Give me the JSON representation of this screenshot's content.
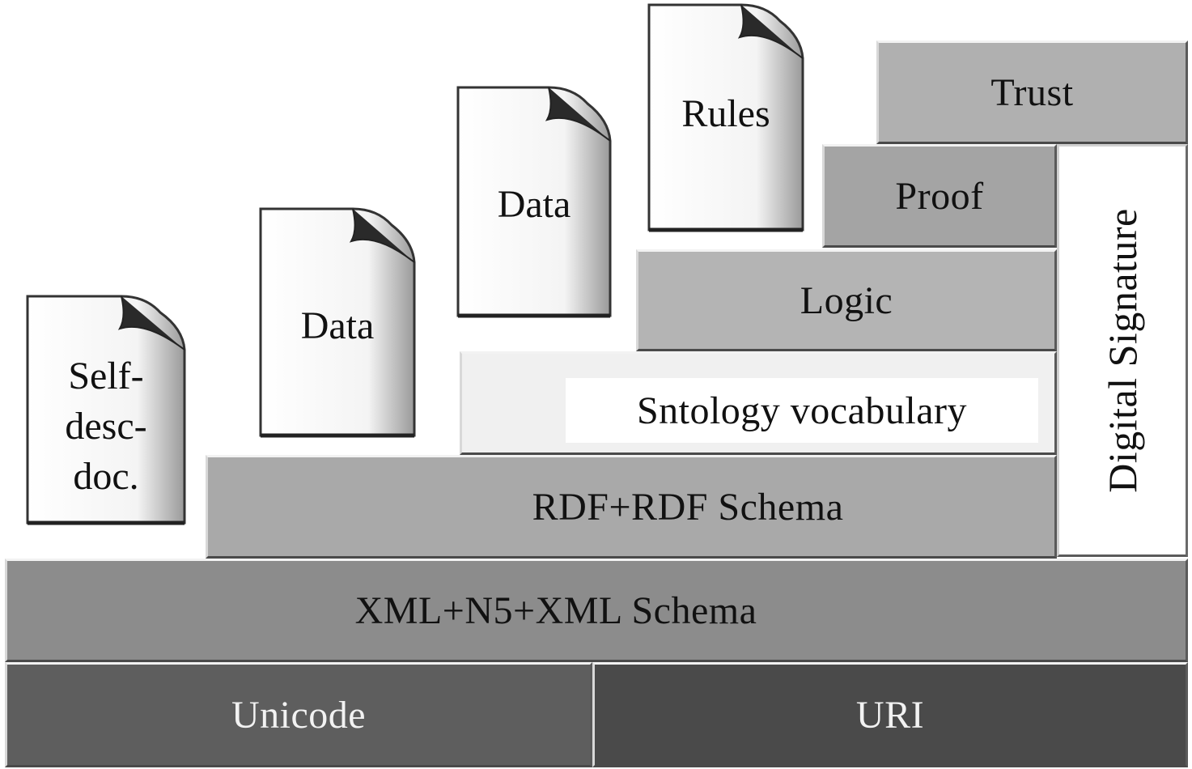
{
  "layers": {
    "unicode": "Unicode",
    "uri": "URI",
    "xml": "XML+N5+XML Schema",
    "rdf": "RDF+RDF Schema",
    "ontology": "Sntology vocabulary",
    "logic": "Logic",
    "proof": "Proof",
    "trust": "Trust",
    "digital_signature": "Digital Signature"
  },
  "documents": {
    "self_desc_doc": [
      "Self-",
      "desc-",
      "doc."
    ],
    "data_1": "Data",
    "data_2": "Data",
    "rules": "Rules"
  }
}
